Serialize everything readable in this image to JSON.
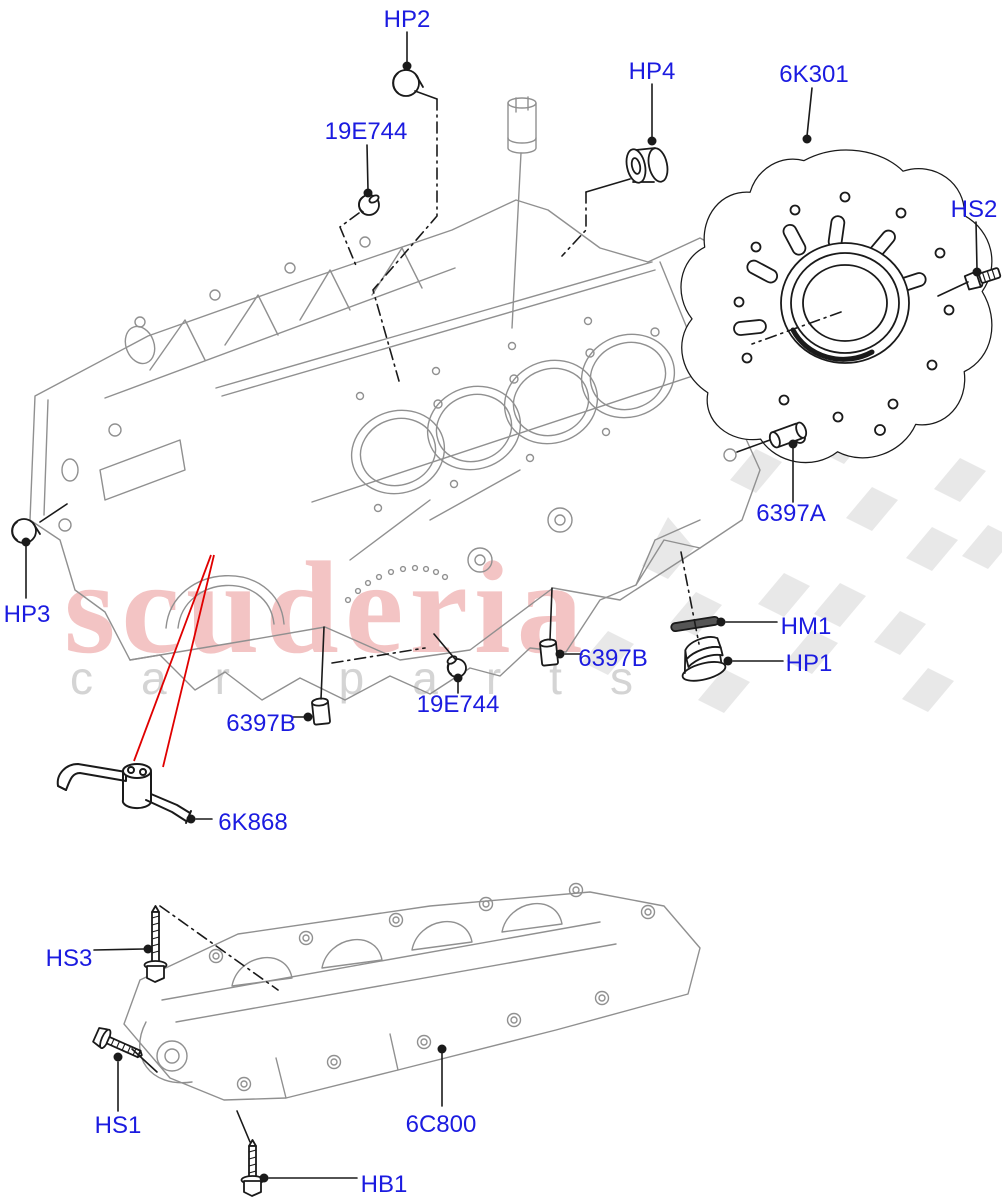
{
  "page": {
    "background": "#ffffff"
  },
  "watermark": {
    "brand": "scuderia",
    "subtext": "car parts",
    "brand_color": "#dd4f4f",
    "subtext_color": "#d4d4d4",
    "flag_color": "#d9d9d9"
  },
  "diagram": {
    "description": "exploded parts diagram of engine cylinder block with rear seal retainer plate, oil jet and main bearing ladder",
    "label_color": "#1b1be0",
    "line_color": "#909090",
    "part_color": "#1a1a1a",
    "callout_color": "#e00000",
    "labels": {
      "hp2": "HP2",
      "e19744_top": "19E744",
      "hp4": "HP4",
      "k6301": "6K301",
      "hs2": "HS2",
      "hp3": "HP3",
      "a6397": "6397A",
      "hm1": "HM1",
      "hp1": "HP1",
      "b6397_mid": "6397B",
      "b6397_left": "6397B",
      "e19744_bottom": "19E744",
      "k6868": "6K868",
      "hs3": "HS3",
      "hs1": "HS1",
      "c6800": "6C800",
      "hb1": "HB1"
    }
  }
}
